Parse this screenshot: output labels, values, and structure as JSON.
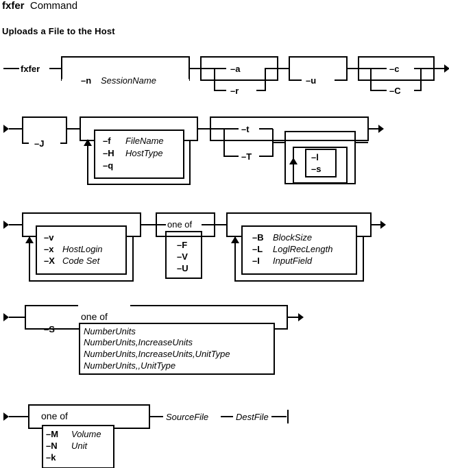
{
  "header": {
    "command": "fxfer",
    "command_word": "Command",
    "subtitle": "Uploads a File to the Host"
  },
  "row1": {
    "cmd": "fxfer",
    "n_flag": "–n",
    "n_arg": "SessionName",
    "a_flag": "–a",
    "r_flag": "–r",
    "u_flag": "–u",
    "c_lower": "–c",
    "c_upper": "–C"
  },
  "row2": {
    "J_flag": "–J",
    "f_flag": "–f",
    "f_arg": "FileName",
    "H_flag": "–H",
    "H_arg": "HostType",
    "q_flag": "–q",
    "t_flag": "–t",
    "T_flag": "–T",
    "l_flag": "–l",
    "s_flag": "–s"
  },
  "row3": {
    "v_flag": "–v",
    "x_flag": "–x",
    "x_arg": "HostLogin",
    "X_flag": "–X",
    "X_arg": "Code Set",
    "oneof": "one of",
    "F_flag": "–F",
    "V_flag": "–V",
    "U_flag": "–U",
    "B_flag": "–B",
    "B_arg": "BlockSize",
    "L_flag": "–L",
    "L_arg": "LoglRecLength",
    "I_flag": "–I",
    "I_arg": "InputField"
  },
  "row4": {
    "S_flag": "–S",
    "oneof": "one of",
    "opt1": "NumberUnits",
    "opt2": "NumberUnits,IncreaseUnits",
    "opt3": "NumberUnits,IncreaseUnits,UnitType",
    "opt4": "NumberUnits,,UnitType"
  },
  "row5": {
    "oneof": "one of",
    "M_flag": "–M",
    "M_arg": "Volume",
    "N_flag": "–N",
    "N_arg": "Unit",
    "k_flag": "–k",
    "source": "SourceFile",
    "dest": "DestFile"
  }
}
